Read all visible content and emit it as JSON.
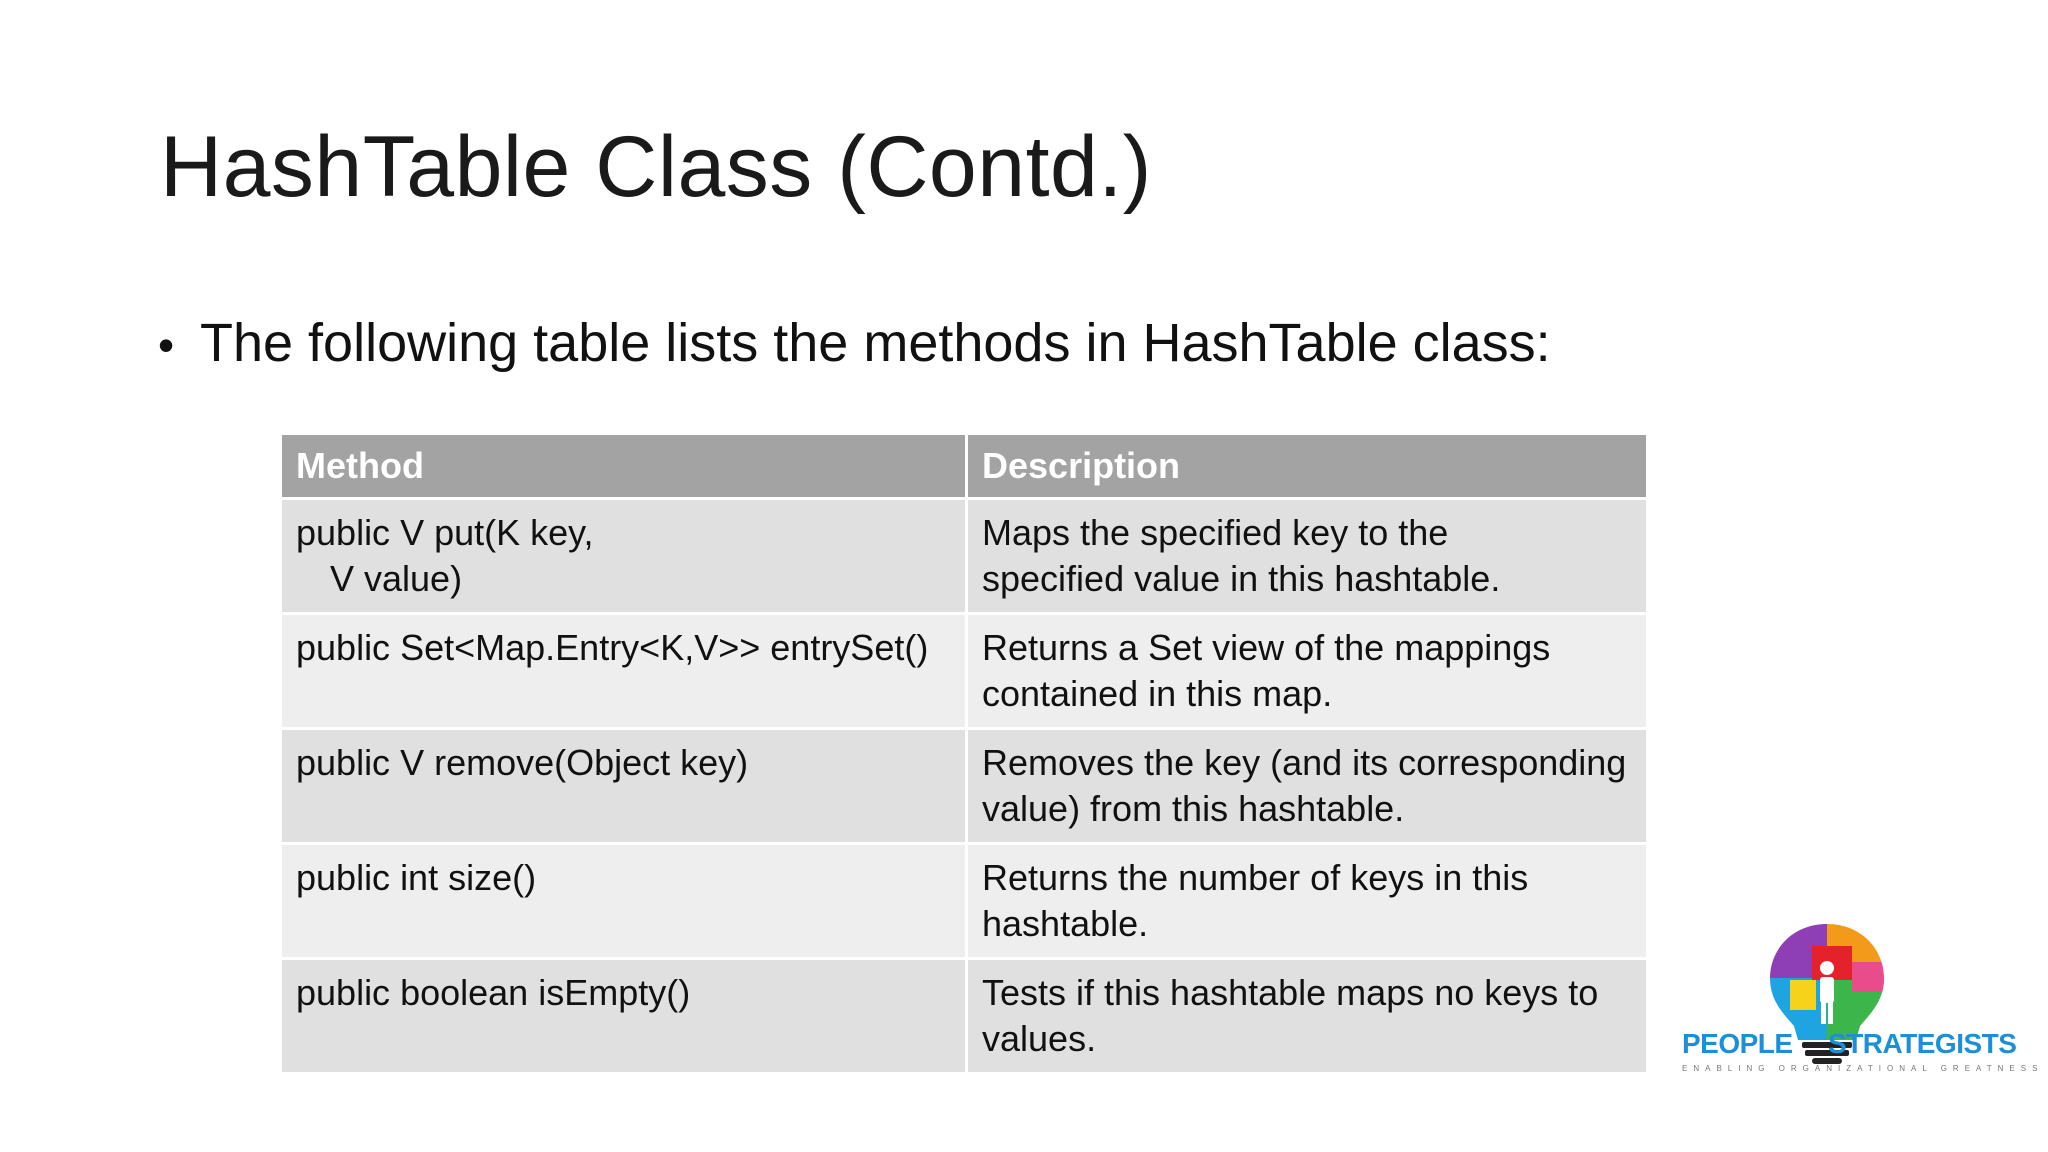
{
  "slide": {
    "title": "HashTable Class (Contd.)",
    "bullet_symbol": "•",
    "bullet_text": "The following table lists the methods in HashTable class:"
  },
  "table": {
    "headers": [
      "Method",
      "Description"
    ],
    "rows": [
      {
        "method_lines": [
          "public V put(K key,",
          "V value)"
        ],
        "description_lines": [
          "Maps the specified key to the",
          "specified value in this hashtable."
        ]
      },
      {
        "method_lines": [
          "public Set<Map.Entry<K,V>> entrySet()"
        ],
        "description_lines": [
          "Returns a Set view of the mappings",
          "contained in this map."
        ]
      },
      {
        "method_lines": [
          "public V remove(Object key)"
        ],
        "description_lines": [
          "Removes the key (and its corresponding",
          "value) from this hashtable."
        ]
      },
      {
        "method_lines": [
          "public int size()"
        ],
        "description_lines": [
          "Returns the number of keys in this",
          "hashtable."
        ]
      },
      {
        "method_lines": [
          "public boolean isEmpty()"
        ],
        "description_lines": [
          "Tests if this hashtable maps no keys to",
          "values."
        ]
      }
    ]
  },
  "logo": {
    "word_left": "PEOPLE",
    "word_right": "STRATEGISTS",
    "tagline": "ENABLING ORGANIZATIONAL GREATNESS",
    "icon": "lightbulb-puzzle-icon"
  },
  "colors": {
    "header_bg": "#a3a3a3",
    "row_dark": "#e0e0e0",
    "row_light": "#eeeeee",
    "logo_blue": "#1c8fd8"
  }
}
